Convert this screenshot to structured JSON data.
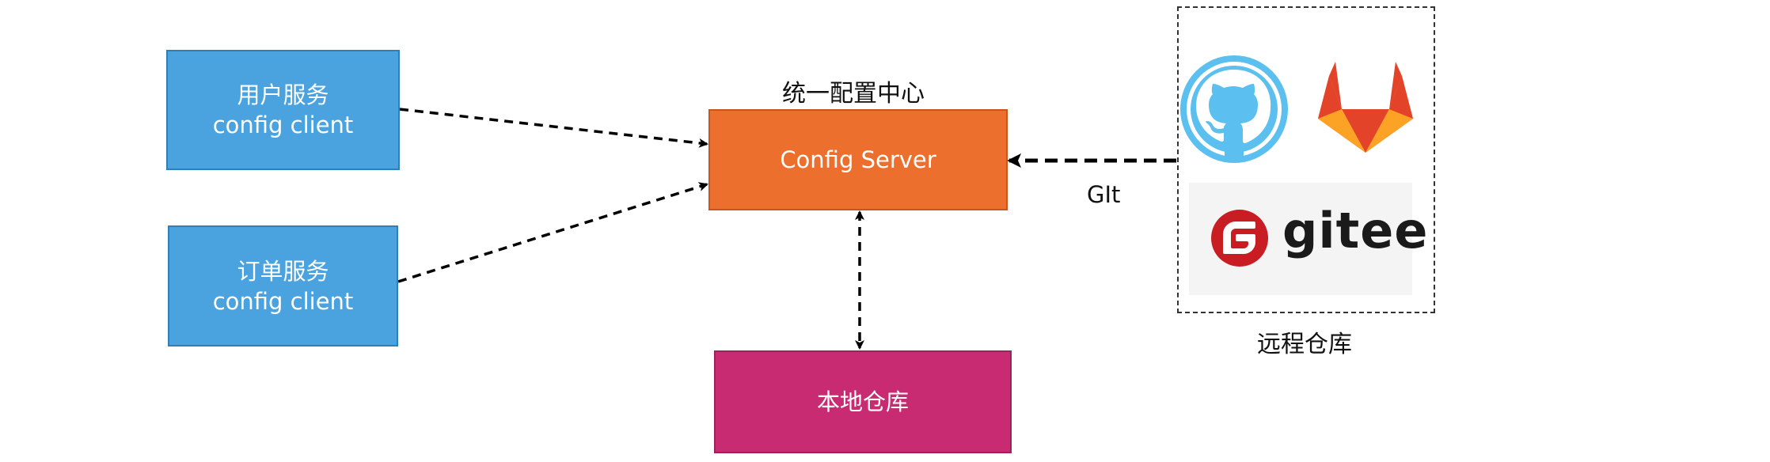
{
  "nodes": {
    "user_service": {
      "line1": "用户服务",
      "line2": "config client"
    },
    "order_service": {
      "line1": "订单服务",
      "line2": "config client"
    },
    "config_server": {
      "label": "Config Server",
      "caption": "统一配置中心"
    },
    "local_repo": {
      "label": "本地仓库"
    },
    "remote_repo": {
      "caption": "远程仓库",
      "gitee_text": "gitee"
    }
  },
  "edges": {
    "git_label": "GIt"
  },
  "colors": {
    "client": "#4aa3df",
    "server": "#ec6f2d",
    "local_repo": "#c82b72",
    "github": "#5bbfef",
    "gitee": "#c71d23"
  },
  "icons": [
    "github-icon",
    "gitlab-icon",
    "gitee-logo"
  ]
}
